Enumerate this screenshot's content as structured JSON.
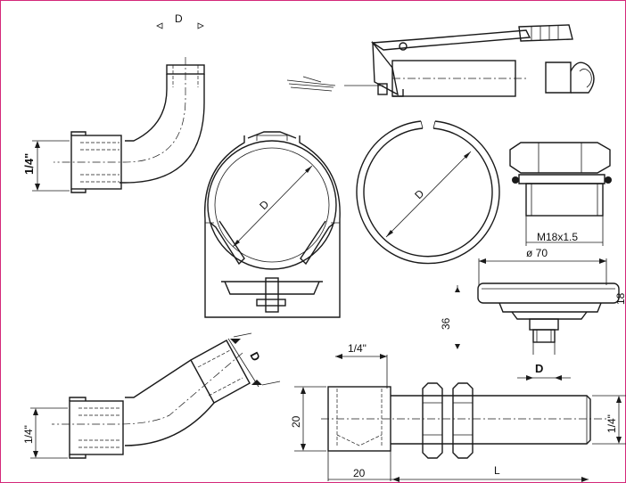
{
  "labels": {
    "d_top": "D",
    "quarter_inch_elbow1": "1/4\"",
    "d_clip": "D",
    "d_ring": "D",
    "thread": "M18x1.5",
    "dia70": "ø 70",
    "dim18": "18",
    "dim36": "36",
    "d_gauge_stem": "D",
    "d_elbow2": "D",
    "quarter_inch_elbow2": "1/4\"",
    "quarter_inch_union_top": "1/4\"",
    "dim20_vertical": "20",
    "dim20_horizontal": "20",
    "dim_L": "L",
    "quarter_inch_union_right": "1/4\""
  },
  "colors": {
    "frame": "#d4287a",
    "ink": "#1a1a1a"
  }
}
